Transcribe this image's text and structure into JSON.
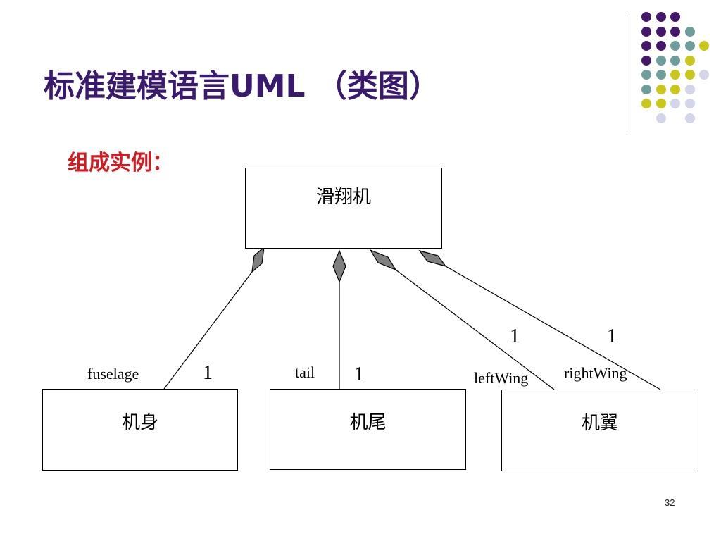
{
  "slide": {
    "title": "标准建模语言UML （类图）",
    "subtitle": "组成实例：",
    "page_number": "32"
  },
  "colors": {
    "title": "#3a1a6e",
    "subtitle": "#d8181e",
    "dot_purple": "#43186a",
    "dot_teal": "#6f9d9c",
    "dot_yellow": "#c9c81a",
    "dot_lavender": "#d4d4ea"
  },
  "decoration": {
    "dot_grid": [
      [
        "purple",
        "purple",
        "purple",
        "",
        "",
        ""
      ],
      [
        "purple",
        "purple",
        "purple",
        "teal",
        "",
        ""
      ],
      [
        "purple",
        "purple",
        "teal",
        "teal",
        "yellow",
        ""
      ],
      [
        "purple",
        "teal",
        "teal",
        "yellow",
        "",
        ""
      ],
      [
        "teal",
        "teal",
        "yellow",
        "yellow",
        "lavender",
        ""
      ],
      [
        "teal",
        "yellow",
        "yellow",
        "lavender",
        "",
        ""
      ],
      [
        "yellow",
        "yellow",
        "lavender",
        "lavender",
        "",
        ""
      ],
      [
        "",
        "lavender",
        "",
        "lavender",
        "",
        ""
      ]
    ]
  },
  "diagram": {
    "whole": {
      "name": "滑翔机"
    },
    "parts": [
      {
        "name": "机身",
        "role": "fuselage",
        "multiplicity": "1"
      },
      {
        "name": "机尾",
        "role": "tail",
        "multiplicity": "1"
      },
      {
        "name": "机翼",
        "roles": [
          "leftWing",
          "rightWing"
        ],
        "multiplicities": [
          "1",
          "1"
        ]
      }
    ]
  }
}
